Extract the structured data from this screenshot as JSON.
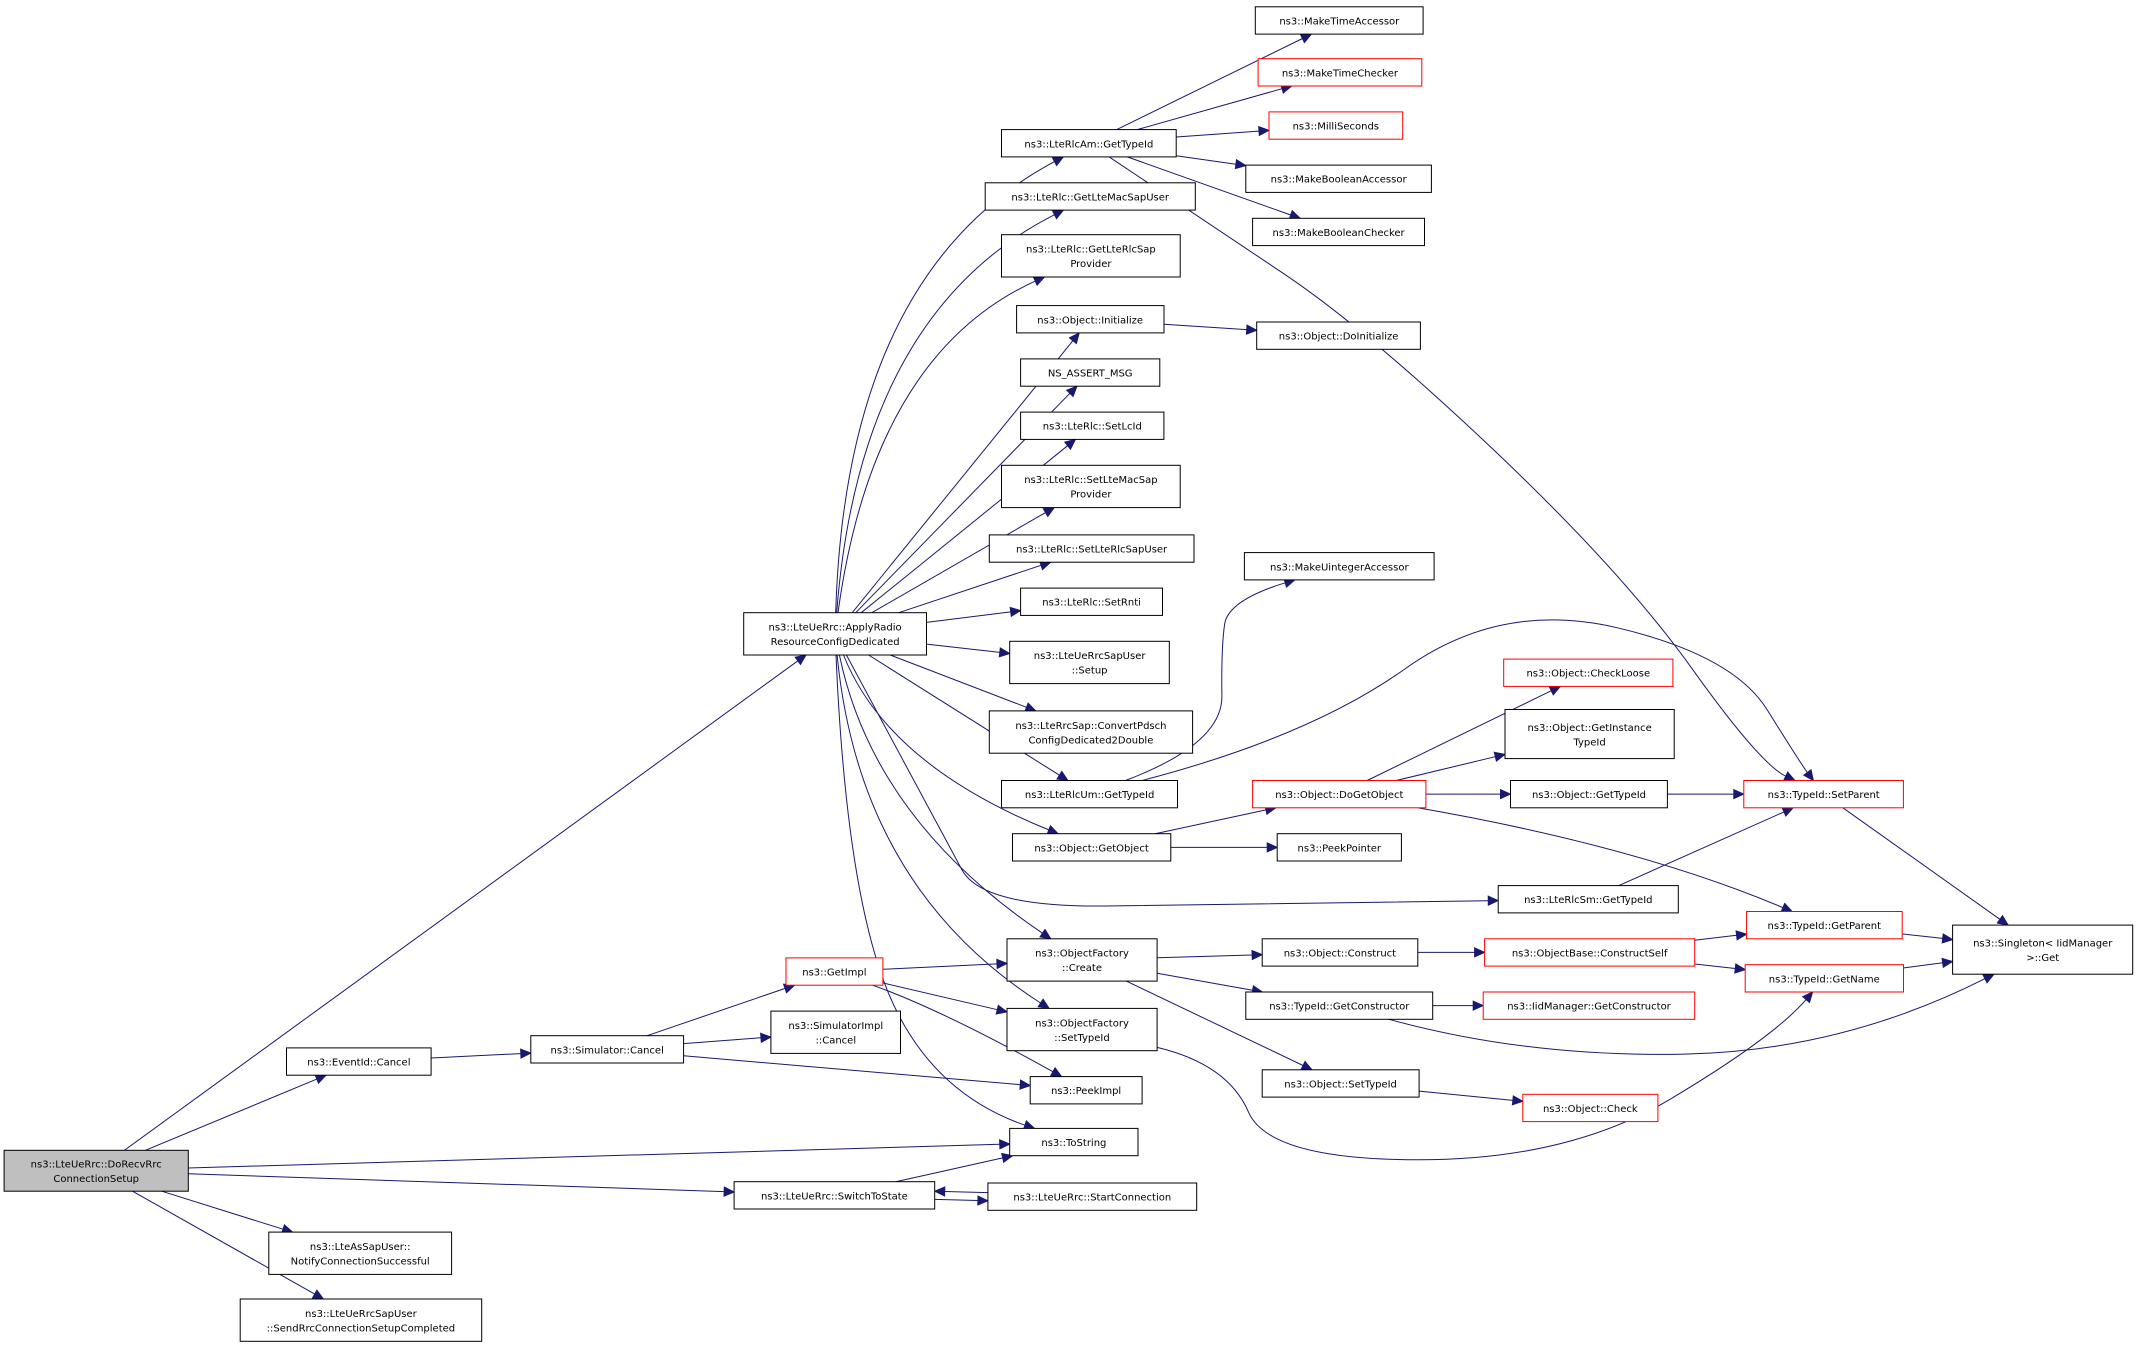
{
  "colors": {
    "edge": "#191970",
    "node_border": "#000000",
    "truncated_border": "#ff0000",
    "root_fill": "#bfbfbf",
    "node_fill": "#ffffff"
  },
  "nodes": [
    {
      "id": "root",
      "lines": [
        "ns3::LteUeRrc::DoRecvRrc",
        "ConnectionSetup"
      ],
      "kind": "root"
    },
    {
      "id": "applyRadio",
      "lines": [
        "ns3::LteUeRrc::ApplyRadio",
        "ResourceConfigDedicated"
      ],
      "kind": "normal"
    },
    {
      "id": "eventCancel",
      "lines": [
        "ns3::EventId::Cancel"
      ],
      "kind": "normal"
    },
    {
      "id": "notifyConn",
      "lines": [
        "ns3::LteAsSapUser::",
        "NotifyConnectionSuccessful"
      ],
      "kind": "normal"
    },
    {
      "id": "sendRrc",
      "lines": [
        "ns3::LteUeRrcSapUser",
        "::SendRrcConnectionSetupCompleted"
      ],
      "kind": "normal"
    },
    {
      "id": "switchState",
      "lines": [
        "ns3::LteUeRrc::SwitchToState"
      ],
      "kind": "normal"
    },
    {
      "id": "toString",
      "lines": [
        "ns3::ToString"
      ],
      "kind": "normal"
    },
    {
      "id": "simCancel",
      "lines": [
        "ns3::Simulator::Cancel"
      ],
      "kind": "normal"
    },
    {
      "id": "getImpl",
      "lines": [
        "ns3::GetImpl"
      ],
      "kind": "truncated"
    },
    {
      "id": "simImplCancel",
      "lines": [
        "ns3::SimulatorImpl",
        "::Cancel"
      ],
      "kind": "normal"
    },
    {
      "id": "peekImpl",
      "lines": [
        "ns3::PeekImpl"
      ],
      "kind": "normal"
    },
    {
      "id": "startConn",
      "lines": [
        "ns3::LteUeRrc::StartConnection"
      ],
      "kind": "normal"
    },
    {
      "id": "rlcAmGetTypeId",
      "lines": [
        "ns3::LteRlcAm::GetTypeId"
      ],
      "kind": "normal"
    },
    {
      "id": "getLteMacSapUser",
      "lines": [
        "ns3::LteRlc::GetLteMacSapUser"
      ],
      "kind": "normal"
    },
    {
      "id": "getLteRlcSapProvider",
      "lines": [
        "ns3::LteRlc::GetLteRlcSap",
        "Provider"
      ],
      "kind": "normal"
    },
    {
      "id": "objInitialize",
      "lines": [
        "ns3::Object::Initialize"
      ],
      "kind": "normal"
    },
    {
      "id": "nsAssertMsg",
      "lines": [
        "NS_ASSERT_MSG"
      ],
      "kind": "normal"
    },
    {
      "id": "setLcId",
      "lines": [
        "ns3::LteRlc::SetLcId"
      ],
      "kind": "normal"
    },
    {
      "id": "setLteMacSapProvider",
      "lines": [
        "ns3::LteRlc::SetLteMacSap",
        "Provider"
      ],
      "kind": "normal"
    },
    {
      "id": "setLteRlcSapUser",
      "lines": [
        "ns3::LteRlc::SetLteRlcSapUser"
      ],
      "kind": "normal"
    },
    {
      "id": "setRnti",
      "lines": [
        "ns3::LteRlc::SetRnti"
      ],
      "kind": "normal"
    },
    {
      "id": "sapUserSetup",
      "lines": [
        "ns3::LteUeRrcSapUser",
        "::Setup"
      ],
      "kind": "normal"
    },
    {
      "id": "convertPdsch",
      "lines": [
        "ns3::LteRrcSap::ConvertPdsch",
        "ConfigDedicated2Double"
      ],
      "kind": "normal"
    },
    {
      "id": "rlcUmGetTypeId",
      "lines": [
        "ns3::LteRlcUm::GetTypeId"
      ],
      "kind": "normal"
    },
    {
      "id": "objGetObject",
      "lines": [
        "ns3::Object::GetObject"
      ],
      "kind": "normal"
    },
    {
      "id": "rlcSmGetTypeId",
      "lines": [
        "ns3::LteRlcSm::GetTypeId"
      ],
      "kind": "normal"
    },
    {
      "id": "ofCreate",
      "lines": [
        "ns3::ObjectFactory",
        "::Create"
      ],
      "kind": "normal"
    },
    {
      "id": "ofSetTypeId",
      "lines": [
        "ns3::ObjectFactory",
        "::SetTypeId"
      ],
      "kind": "normal"
    },
    {
      "id": "makeTimeAccessor",
      "lines": [
        "ns3::MakeTimeAccessor"
      ],
      "kind": "normal"
    },
    {
      "id": "makeTimeChecker",
      "lines": [
        "ns3::MakeTimeChecker"
      ],
      "kind": "truncated"
    },
    {
      "id": "milliSeconds",
      "lines": [
        "ns3::MilliSeconds"
      ],
      "kind": "truncated"
    },
    {
      "id": "makeBoolAccessor",
      "lines": [
        "ns3::MakeBooleanAccessor"
      ],
      "kind": "normal"
    },
    {
      "id": "makeBoolChecker",
      "lines": [
        "ns3::MakeBooleanChecker"
      ],
      "kind": "normal"
    },
    {
      "id": "objDoInitialize",
      "lines": [
        "ns3::Object::DoInitialize"
      ],
      "kind": "normal"
    },
    {
      "id": "makeUintAccessor",
      "lines": [
        "ns3::MakeUintegerAccessor"
      ],
      "kind": "normal"
    },
    {
      "id": "objDoGetObject",
      "lines": [
        "ns3::Object::DoGetObject"
      ],
      "kind": "truncated"
    },
    {
      "id": "peekPointer",
      "lines": [
        "ns3::PeekPointer"
      ],
      "kind": "normal"
    },
    {
      "id": "objConstruct",
      "lines": [
        "ns3::Object::Construct"
      ],
      "kind": "normal"
    },
    {
      "id": "typeIdGetConstructor",
      "lines": [
        "ns3::TypeId::GetConstructor"
      ],
      "kind": "normal"
    },
    {
      "id": "objSetTypeId",
      "lines": [
        "ns3::Object::SetTypeId"
      ],
      "kind": "normal"
    },
    {
      "id": "objCheckLoose",
      "lines": [
        "ns3::Object::CheckLoose"
      ],
      "kind": "truncated"
    },
    {
      "id": "objGetInstanceTypeId",
      "lines": [
        "ns3::Object::GetInstance",
        "TypeId"
      ],
      "kind": "normal"
    },
    {
      "id": "objGetTypeId",
      "lines": [
        "ns3::Object::GetTypeId"
      ],
      "kind": "normal"
    },
    {
      "id": "objBaseConstructSelf",
      "lines": [
        "ns3::ObjectBase::ConstructSelf"
      ],
      "kind": "truncated"
    },
    {
      "id": "iidGetConstructor",
      "lines": [
        "ns3::IidManager::GetConstructor"
      ],
      "kind": "truncated"
    },
    {
      "id": "objCheck",
      "lines": [
        "ns3::Object::Check"
      ],
      "kind": "truncated"
    },
    {
      "id": "typeIdSetParent",
      "lines": [
        "ns3::TypeId::SetParent"
      ],
      "kind": "truncated"
    },
    {
      "id": "typeIdGetParent",
      "lines": [
        "ns3::TypeId::GetParent"
      ],
      "kind": "truncated"
    },
    {
      "id": "typeIdGetName",
      "lines": [
        "ns3::TypeId::GetName"
      ],
      "kind": "truncated"
    },
    {
      "id": "singletonGet",
      "lines": [
        "ns3::Singleton< IidManager",
        ">::Get"
      ],
      "kind": "normal"
    }
  ],
  "edges": [
    [
      "root",
      "applyRadio"
    ],
    [
      "root",
      "eventCancel"
    ],
    [
      "root",
      "toString"
    ],
    [
      "root",
      "switchState"
    ],
    [
      "root",
      "notifyConn"
    ],
    [
      "root",
      "sendRrc"
    ],
    [
      "eventCancel",
      "simCancel"
    ],
    [
      "simCancel",
      "getImpl"
    ],
    [
      "simCancel",
      "simImplCancel"
    ],
    [
      "simCancel",
      "peekImpl"
    ],
    [
      "getImpl",
      "ofCreate"
    ],
    [
      "getImpl",
      "ofSetTypeId"
    ],
    [
      "getImpl",
      "peekImpl"
    ],
    [
      "switchState",
      "toString"
    ],
    [
      "switchState",
      "startConn"
    ],
    [
      "startConn",
      "switchState"
    ],
    [
      "applyRadio",
      "rlcAmGetTypeId"
    ],
    [
      "applyRadio",
      "getLteMacSapUser"
    ],
    [
      "applyRadio",
      "getLteRlcSapProvider"
    ],
    [
      "applyRadio",
      "objInitialize"
    ],
    [
      "applyRadio",
      "nsAssertMsg"
    ],
    [
      "applyRadio",
      "setLcId"
    ],
    [
      "applyRadio",
      "setLteMacSapProvider"
    ],
    [
      "applyRadio",
      "setLteRlcSapUser"
    ],
    [
      "applyRadio",
      "setRnti"
    ],
    [
      "applyRadio",
      "sapUserSetup"
    ],
    [
      "applyRadio",
      "convertPdsch"
    ],
    [
      "applyRadio",
      "rlcUmGetTypeId"
    ],
    [
      "applyRadio",
      "objGetObject"
    ],
    [
      "applyRadio",
      "rlcSmGetTypeId"
    ],
    [
      "applyRadio",
      "ofCreate"
    ],
    [
      "applyRadio",
      "ofSetTypeId"
    ],
    [
      "applyRadio",
      "toString"
    ],
    [
      "rlcAmGetTypeId",
      "makeTimeAccessor"
    ],
    [
      "rlcAmGetTypeId",
      "makeTimeChecker"
    ],
    [
      "rlcAmGetTypeId",
      "milliSeconds"
    ],
    [
      "rlcAmGetTypeId",
      "makeBoolAccessor"
    ],
    [
      "rlcAmGetTypeId",
      "makeBoolChecker"
    ],
    [
      "rlcAmGetTypeId",
      "typeIdSetParent"
    ],
    [
      "objInitialize",
      "objDoInitialize"
    ],
    [
      "rlcUmGetTypeId",
      "makeUintAccessor"
    ],
    [
      "rlcUmGetTypeId",
      "typeIdSetParent"
    ],
    [
      "objGetObject",
      "objDoGetObject"
    ],
    [
      "objGetObject",
      "peekPointer"
    ],
    [
      "objDoGetObject",
      "objCheckLoose"
    ],
    [
      "objDoGetObject",
      "objGetInstanceTypeId"
    ],
    [
      "objDoGetObject",
      "objGetTypeId"
    ],
    [
      "objDoGetObject",
      "typeIdGetParent"
    ],
    [
      "objGetTypeId",
      "typeIdSetParent"
    ],
    [
      "rlcSmGetTypeId",
      "typeIdSetParent"
    ],
    [
      "ofCreate",
      "objConstruct"
    ],
    [
      "ofCreate",
      "typeIdGetConstructor"
    ],
    [
      "ofCreate",
      "objSetTypeId"
    ],
    [
      "ofSetTypeId",
      "typeIdGetName"
    ],
    [
      "objConstruct",
      "objBaseConstructSelf"
    ],
    [
      "objBaseConstructSelf",
      "typeIdGetParent"
    ],
    [
      "objBaseConstructSelf",
      "typeIdGetName"
    ],
    [
      "typeIdGetConstructor",
      "iidGetConstructor"
    ],
    [
      "typeIdGetConstructor",
      "singletonGet"
    ],
    [
      "objSetTypeId",
      "objCheck"
    ],
    [
      "typeIdSetParent",
      "singletonGet"
    ],
    [
      "typeIdGetParent",
      "singletonGet"
    ],
    [
      "typeIdGetName",
      "singletonGet"
    ]
  ]
}
